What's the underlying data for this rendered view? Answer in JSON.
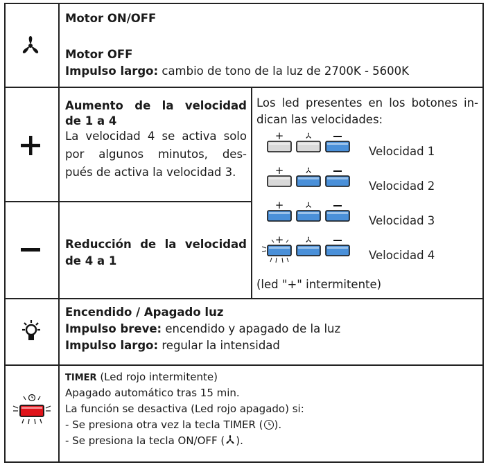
{
  "rows": {
    "motor": {
      "icon": "fan-icon",
      "title": "Motor ON/OFF",
      "line2": "Motor OFF",
      "long_label": "Impulso largo:",
      "long_text": " cambio de tono de la luz de 2700K - 5600K"
    },
    "plus": {
      "icon": "plus-icon",
      "title_a": "Aumento de la velocidad",
      "title_b": "de 1 a 4",
      "desc_1": "La velocidad 4 se activa solo",
      "desc_2": "por algunos minutos, des-",
      "desc_3": "pués de activa la velocidad 3."
    },
    "minus": {
      "icon": "minus-icon",
      "title_a": "Reducción de la velocidad",
      "title_b": "de 4 a 1"
    },
    "speeds": {
      "intro_1": "Los led presentes en los botones in-",
      "intro_2": "dican las velocidades:",
      "buttons": [
        "+",
        "fan",
        "−"
      ],
      "levels": [
        {
          "label": "Velocidad 1",
          "lit": [
            false,
            false,
            true
          ]
        },
        {
          "label": "Velocidad 2",
          "lit": [
            false,
            true,
            true
          ]
        },
        {
          "label": "Velocidad 3",
          "lit": [
            true,
            true,
            true
          ]
        },
        {
          "label": "Velocidad 4",
          "lit": [
            true,
            true,
            true
          ],
          "blink_plus": true
        }
      ],
      "note": "(led \"+\" intermitente)"
    },
    "light": {
      "icon": "light-bulb-icon",
      "title": "Encendido / Apagado luz",
      "short_label": "Impulso breve:",
      "short_text": " encendido y apagado de la luz",
      "long_label": "Impulso largo:",
      "long_text": " regular la intensidad"
    },
    "timer": {
      "icon": "timer-button-icon",
      "title": "TIMER",
      "title_rest": " (Led rojo intermitente)",
      "line2": "Apagado automático tras 15 min.",
      "line3": "La función se desactiva (Led rojo apagado) si:",
      "line4_a": "- Se presiona otra vez la tecla TIMER (",
      "line4_b": ").",
      "line5_a": "- Se presiona la tecla ON/OFF (",
      "line5_b": ")."
    }
  },
  "colors": {
    "led_on": "#4a90d9",
    "led_off": "#d9d9d9",
    "timer_red": "#e0141b"
  }
}
